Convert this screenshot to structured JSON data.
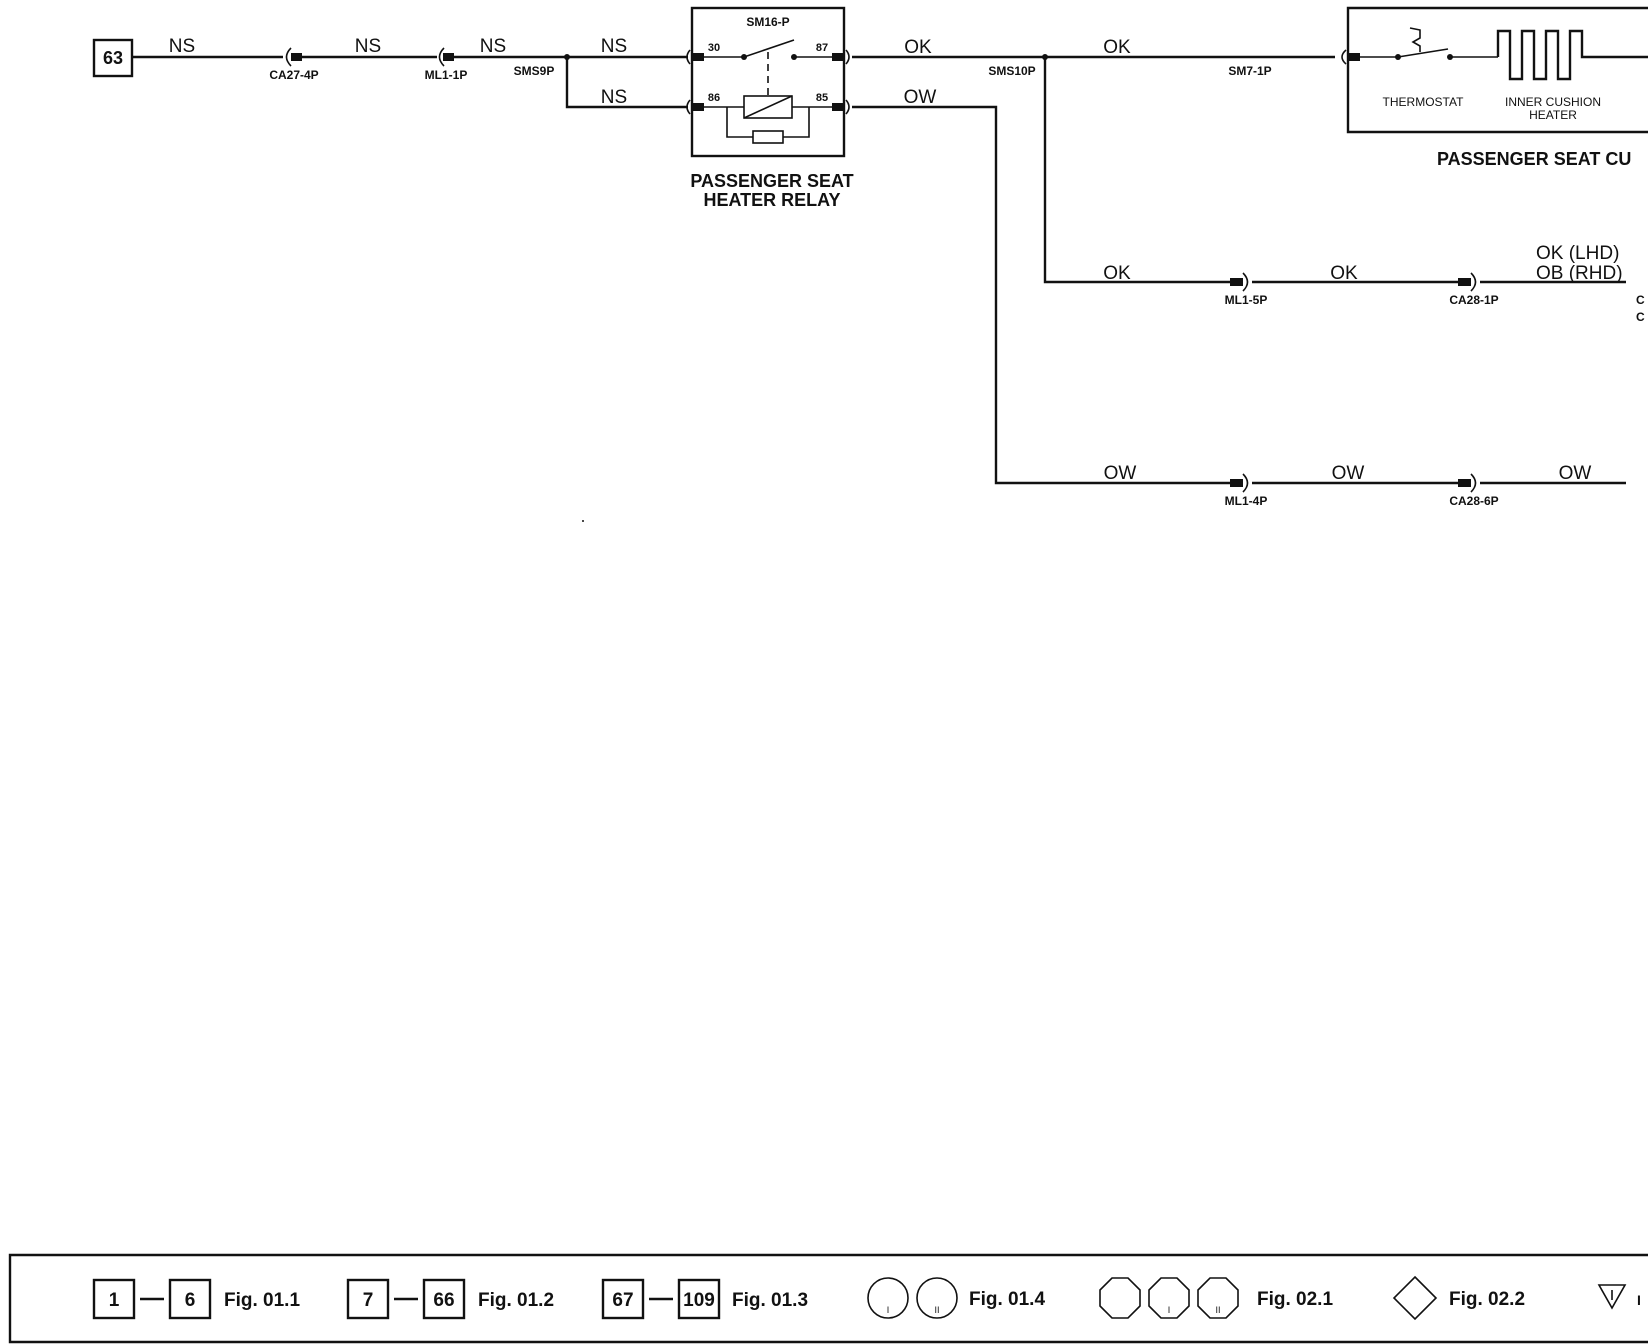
{
  "source_ref": "63",
  "wires": {
    "ns": "NS",
    "ok": "OK",
    "ow": "OW",
    "ok_lhd": "OK (LHD)",
    "ob_rhd": "OB (RHD)"
  },
  "connectors": {
    "ca27_4p": "CA27-4P",
    "ml1_1p": "ML1-1P",
    "sms9p": "SMS9P",
    "sms10p": "SMS10P",
    "sm7_1p": "SM7-1P",
    "ml1_5p": "ML1-5P",
    "ca28_1p": "CA28-1P",
    "ml1_4p": "ML1-4P",
    "ca28_6p": "CA28-6P",
    "partial_co_1": "C",
    "partial_co_2": "C"
  },
  "relay": {
    "connector": "SM16-P",
    "pin_30": "30",
    "pin_87": "87",
    "pin_86": "86",
    "pin_85": "85",
    "title_line1": "PASSENGER SEAT",
    "title_line2": "HEATER RELAY"
  },
  "seat_cushion": {
    "thermostat": "THERMOSTAT",
    "heater_line1": "INNER CUSHION",
    "heater_line2": "HEATER",
    "title": "PASSENGER SEAT CU"
  },
  "legend": {
    "items": [
      {
        "from": "1",
        "to": "6",
        "fig": "Fig. 01.1"
      },
      {
        "from": "7",
        "to": "66",
        "fig": "Fig. 01.2"
      },
      {
        "from": "67",
        "to": "109",
        "fig": "Fig. 01.3"
      }
    ],
    "circle_fig": "Fig. 01.4",
    "circle_i": "I",
    "circle_ii": "II",
    "octagon_fig": "Fig. 02.1",
    "oct_i": "I",
    "oct_ii": "II",
    "diamond_fig": "Fig. 02.2",
    "triangle_partial": "I"
  }
}
